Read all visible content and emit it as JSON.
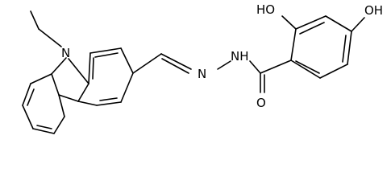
{
  "diagram": {
    "type": "chemical-structure",
    "atom_labels": {
      "ring_nitrogen": "N",
      "imine_nitrogen": "N",
      "amide_nh": "NH",
      "carbonyl_oxygen": "O",
      "hydroxyl_ortho": "HO",
      "hydroxyl_para": "OH"
    },
    "colors": {
      "bonds": "#000000",
      "labels": "#000000",
      "background": "#ffffff"
    }
  }
}
